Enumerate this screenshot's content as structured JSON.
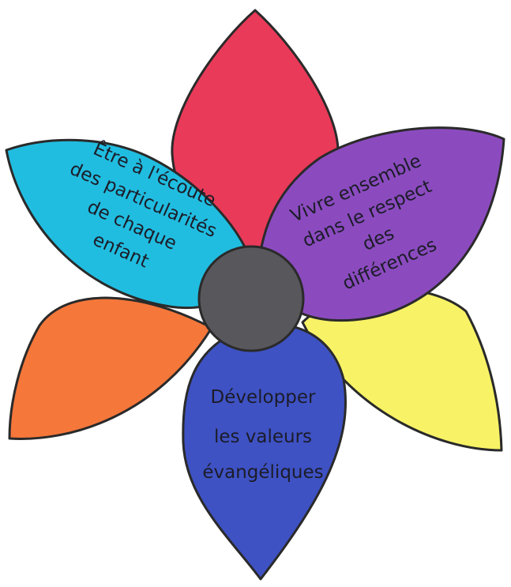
{
  "petals": {
    "top": {
      "color": "#ea3a59"
    },
    "left_lower": {
      "color": "#f5773a"
    },
    "right_lower": {
      "color": "#f8f266"
    },
    "upper_left": {
      "color": "#20bde0",
      "lines": [
        "Être à l'écoute",
        "des particularités",
        "de chaque",
        "enfant"
      ]
    },
    "upper_right": {
      "color": "#8b4bbf",
      "lines": [
        "Vivre ensemble",
        "dans le respect",
        "des",
        "différences"
      ]
    },
    "bottom": {
      "color": "#3e52c4",
      "lines": [
        "Développer",
        "les valeurs",
        "évangéliques"
      ]
    }
  },
  "center": {
    "color": "#58585c"
  },
  "outline_color": "#2a2a2a"
}
